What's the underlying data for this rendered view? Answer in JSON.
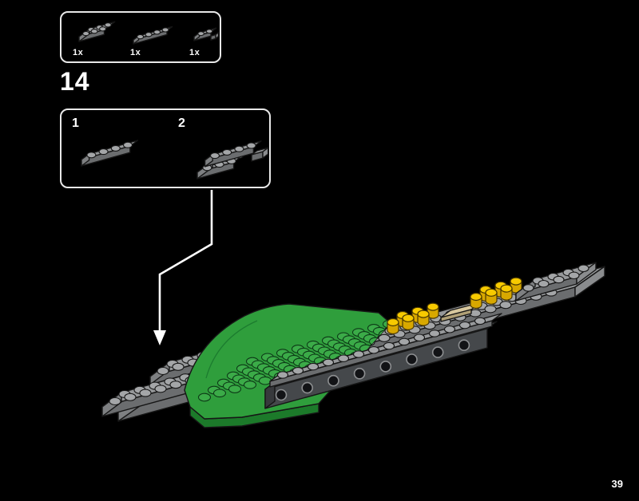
{
  "page": {
    "number": "39",
    "background": "#000000"
  },
  "step": {
    "number": "14"
  },
  "parts_callout": {
    "items": [
      {
        "quantity": "1x",
        "icon": "plate-2x3-icon"
      },
      {
        "quantity": "1x",
        "icon": "plate-1x4-icon"
      },
      {
        "quantity": "1x",
        "icon": "plate-1x2-clip-icon"
      }
    ]
  },
  "substeps": {
    "first": "1",
    "second": "2"
  },
  "colors": {
    "outline": "#ffffff",
    "grey": "#96989a",
    "dark_grey": "#595c5f",
    "green": "#2f9e3c",
    "yellow": "#f7ca00",
    "tan": "#d8c89e"
  }
}
